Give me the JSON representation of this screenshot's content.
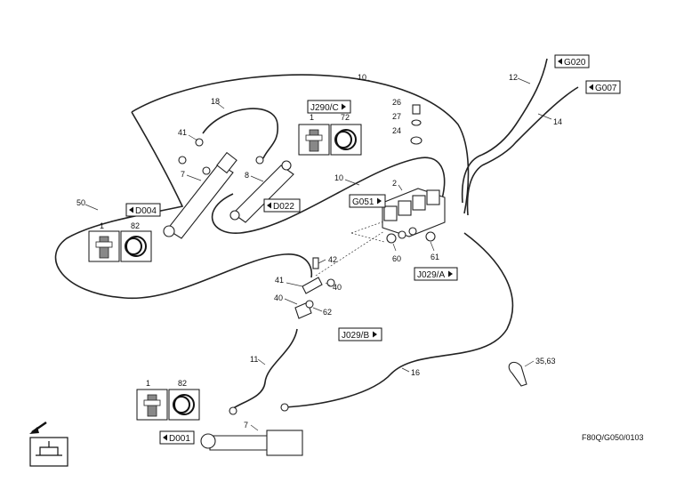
{
  "part_numbers": {
    "p10_top": "10",
    "p12": "12",
    "p14": "14",
    "p18": "18",
    "p26": "26",
    "p27": "27",
    "p24": "24",
    "p41_top": "41",
    "p7_top": "7",
    "p8": "8",
    "p10_mid": "10",
    "p2": "2",
    "p50": "50",
    "p1_left": "1",
    "p82_left": "82",
    "p1_top": "1",
    "p72": "72",
    "p60": "60",
    "p61": "61",
    "p42": "42",
    "p41_mid": "41",
    "p40_right": "40",
    "p40_left": "40",
    "p62": "62",
    "p11": "11",
    "p16": "16",
    "p35_63": "35,63",
    "p1_bottom": "1",
    "p82_bottom": "82",
    "p7_bottom": "7"
  },
  "references": {
    "g020": "G020",
    "g007": "G007",
    "j290c": "J290/C",
    "d004": "D004",
    "d022": "D022",
    "g051": "G051",
    "j029a": "J029/A",
    "j029b": "J029/B",
    "d001": "D001"
  },
  "footer_code": "F80Q/G050/0103",
  "icons": {
    "navigation": "arrow-with-cylinder-symbol-icon",
    "kit_screw": "screw-kit-icon",
    "kit_seal": "seal-rings-kit-icon"
  }
}
